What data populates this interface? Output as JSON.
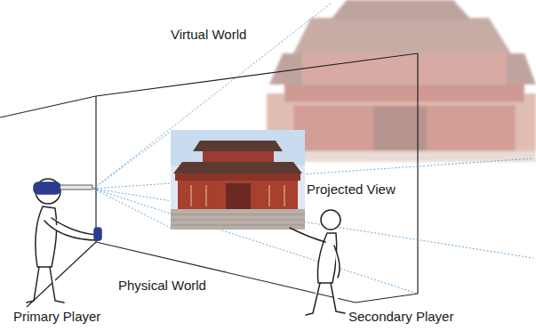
{
  "diagram": {
    "labels": [
      "Virtual World",
      "Projected View",
      "Physical World",
      "Primary Player",
      "Secondary Player"
    ]
  }
}
